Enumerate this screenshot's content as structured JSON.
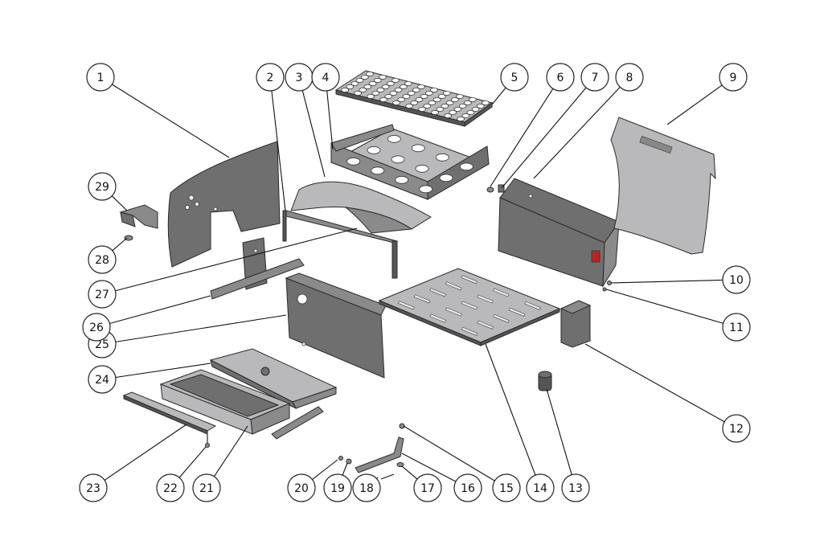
{
  "callouts": [
    {
      "label": "1"
    },
    {
      "label": "2"
    },
    {
      "label": "3"
    },
    {
      "label": "4"
    },
    {
      "label": "5"
    },
    {
      "label": "6"
    },
    {
      "label": "7"
    },
    {
      "label": "8"
    },
    {
      "label": "9"
    },
    {
      "label": "10"
    },
    {
      "label": "11"
    },
    {
      "label": "12"
    },
    {
      "label": "13"
    },
    {
      "label": "14"
    },
    {
      "label": "15"
    },
    {
      "label": "16"
    },
    {
      "label": "17"
    },
    {
      "label": "18"
    },
    {
      "label": "19"
    },
    {
      "label": "20"
    },
    {
      "label": "21"
    },
    {
      "label": "22"
    },
    {
      "label": "23"
    },
    {
      "label": "24"
    },
    {
      "label": "25"
    },
    {
      "label": "26"
    },
    {
      "label": "27"
    },
    {
      "label": "28"
    },
    {
      "label": "29"
    }
  ],
  "colors": {
    "part_dark": "#6f6f6f",
    "part_light": "#b9b9bc",
    "line": "#111111"
  }
}
